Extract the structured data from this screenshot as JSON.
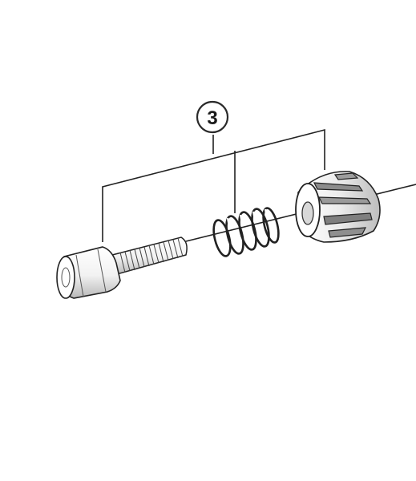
{
  "diagram": {
    "callout": {
      "label": "3",
      "label_color": "#1a1a1a",
      "circle_stroke": "#2a2a2a"
    },
    "colors": {
      "line": "#222222",
      "part_fill": "#ffffff",
      "part_shade": "#9a9a9a",
      "part_dark": "#5a5a5a"
    },
    "parts": [
      {
        "name": "adjusting-bolt"
      },
      {
        "name": "spring"
      },
      {
        "name": "adjuster-nut"
      }
    ]
  }
}
